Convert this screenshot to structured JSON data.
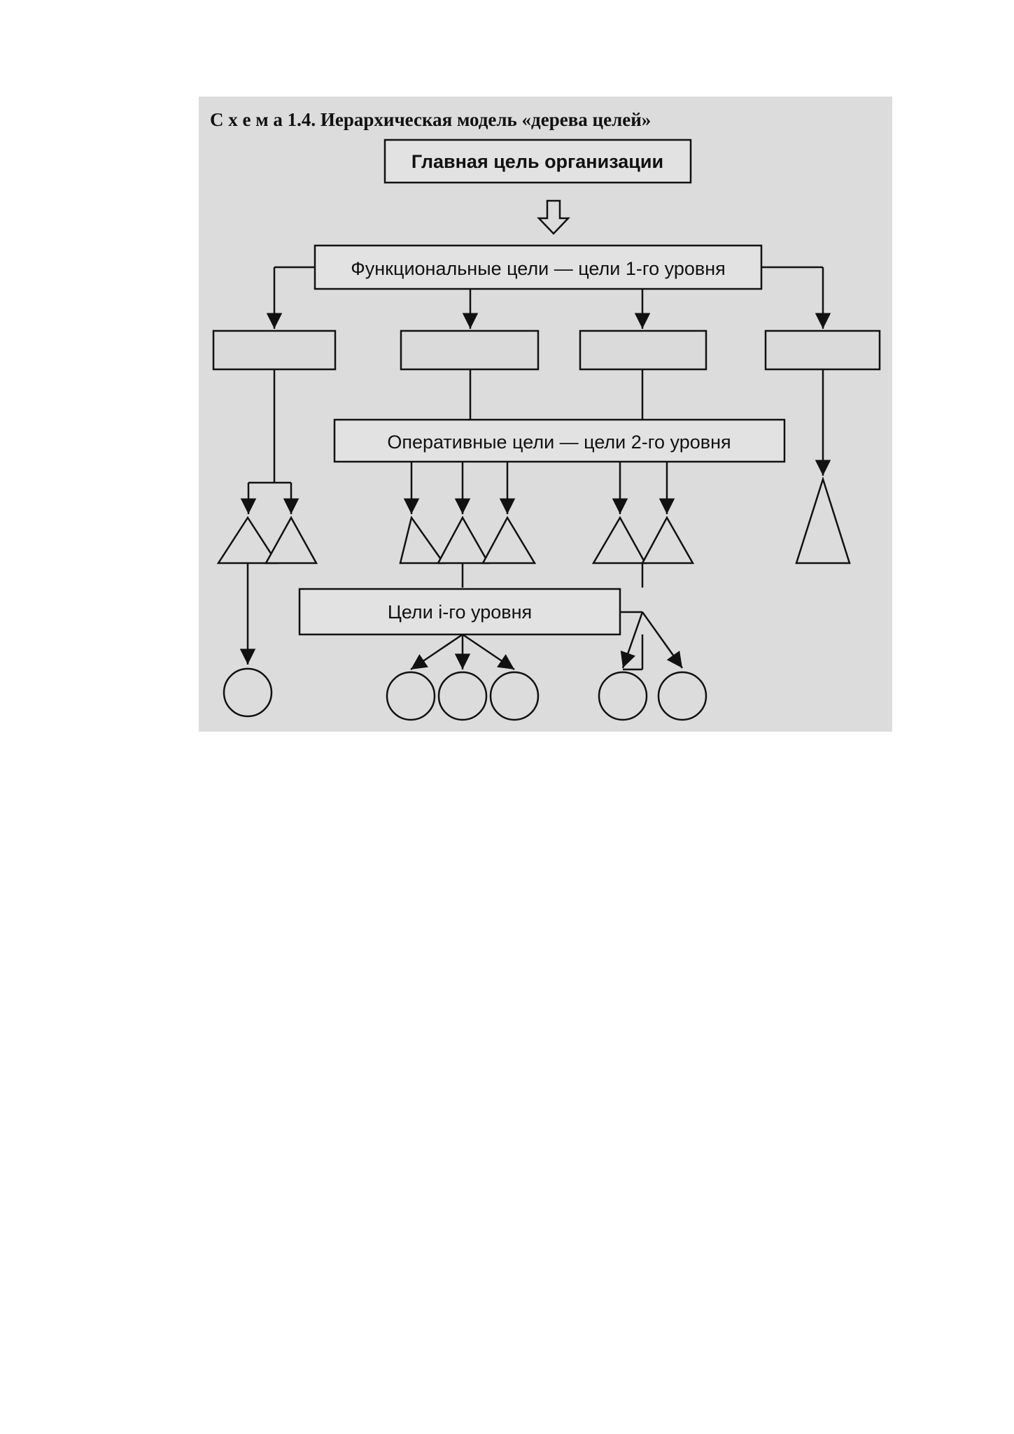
{
  "diagram": {
    "title": "С х е м а   1.4.  Иерархическая  модель  «дерева  целей»",
    "main_goal": "Главная цель организации",
    "level1": "Функциональные цели — цели 1-го уровня",
    "level2": "Оперативные цели — цели 2-го уровня",
    "level_i": "Цели i-го уровня"
  }
}
